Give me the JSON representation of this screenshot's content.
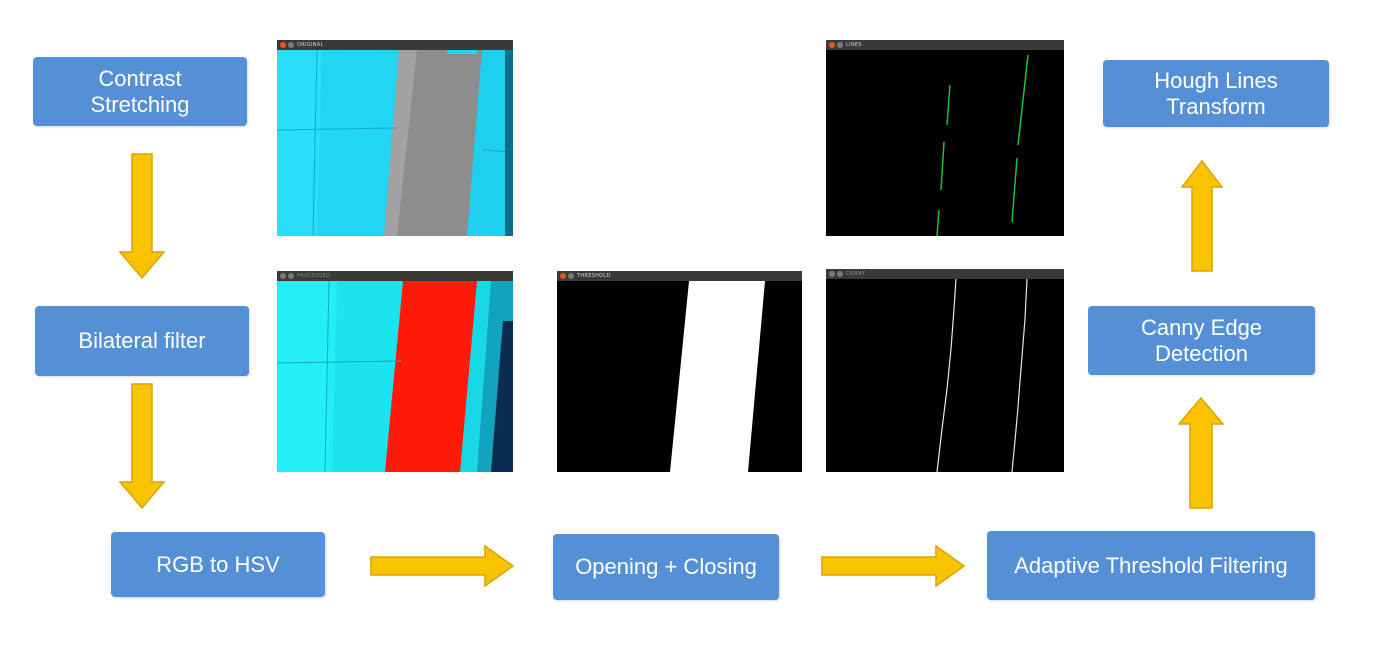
{
  "steps": {
    "contrast": "Contrast\nStretching",
    "bilateral": "Bilateral filter",
    "rgb_hsv": "RGB to HSV",
    "opening_closing": "Opening + Closing",
    "adaptive": "Adaptive Threshold Filtering",
    "canny": "Canny Edge\nDetection",
    "hough": "Hough Lines\nTransform"
  },
  "windows": {
    "original": "ORIGINAL",
    "processed": "PROCESSED",
    "threshold": "THRESHOLD",
    "canny": "CANNY",
    "lines": "LINES"
  },
  "colors": {
    "box": "#5590d6",
    "arrow": "#f9c300",
    "arrow_stroke": "#d9a300",
    "cyan": "#22d8f4",
    "lane_gray": "#8e8c8c",
    "lane_red": "#ff1a0a",
    "edge": "#ffffff",
    "line_green": "#18c23a"
  }
}
